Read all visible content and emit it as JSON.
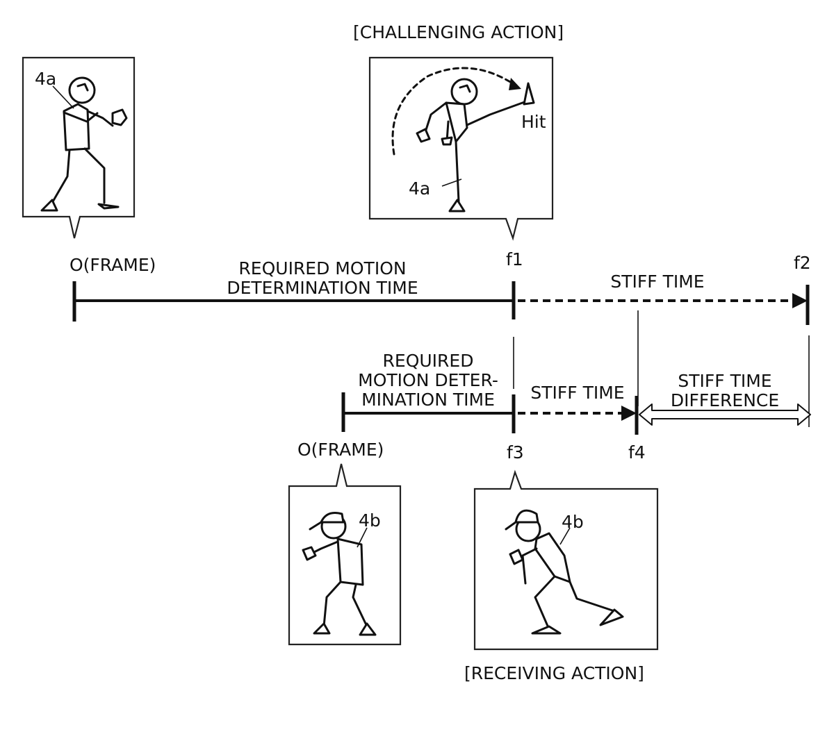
{
  "labels": {
    "challenging_action": "[CHALLENGING ACTION]",
    "receiving_action": "[RECEIVING ACTION]",
    "hit": "Hit",
    "ref_4a_top": "4a",
    "ref_4a_kick": "4a",
    "ref_4b_left": "4b",
    "ref_4b_right": "4b",
    "frame_zero_top": "O(FRAME)",
    "frame_zero_bottom": "O(FRAME)",
    "f1": "f1",
    "f2": "f2",
    "f3": "f3",
    "f4": "f4",
    "required_top_line1": "REQUIRED MOTION",
    "required_top_line2": "DETERMINATION TIME",
    "stiff_top": "STIFF TIME",
    "required_bottom_line1": "REQUIRED",
    "required_bottom_line2": "MOTION DETER-",
    "required_bottom_line3": "MINATION TIME",
    "stiff_bottom": "STIFF TIME",
    "diff_line1": "STIFF TIME",
    "diff_line2": "DIFFERENCE"
  }
}
